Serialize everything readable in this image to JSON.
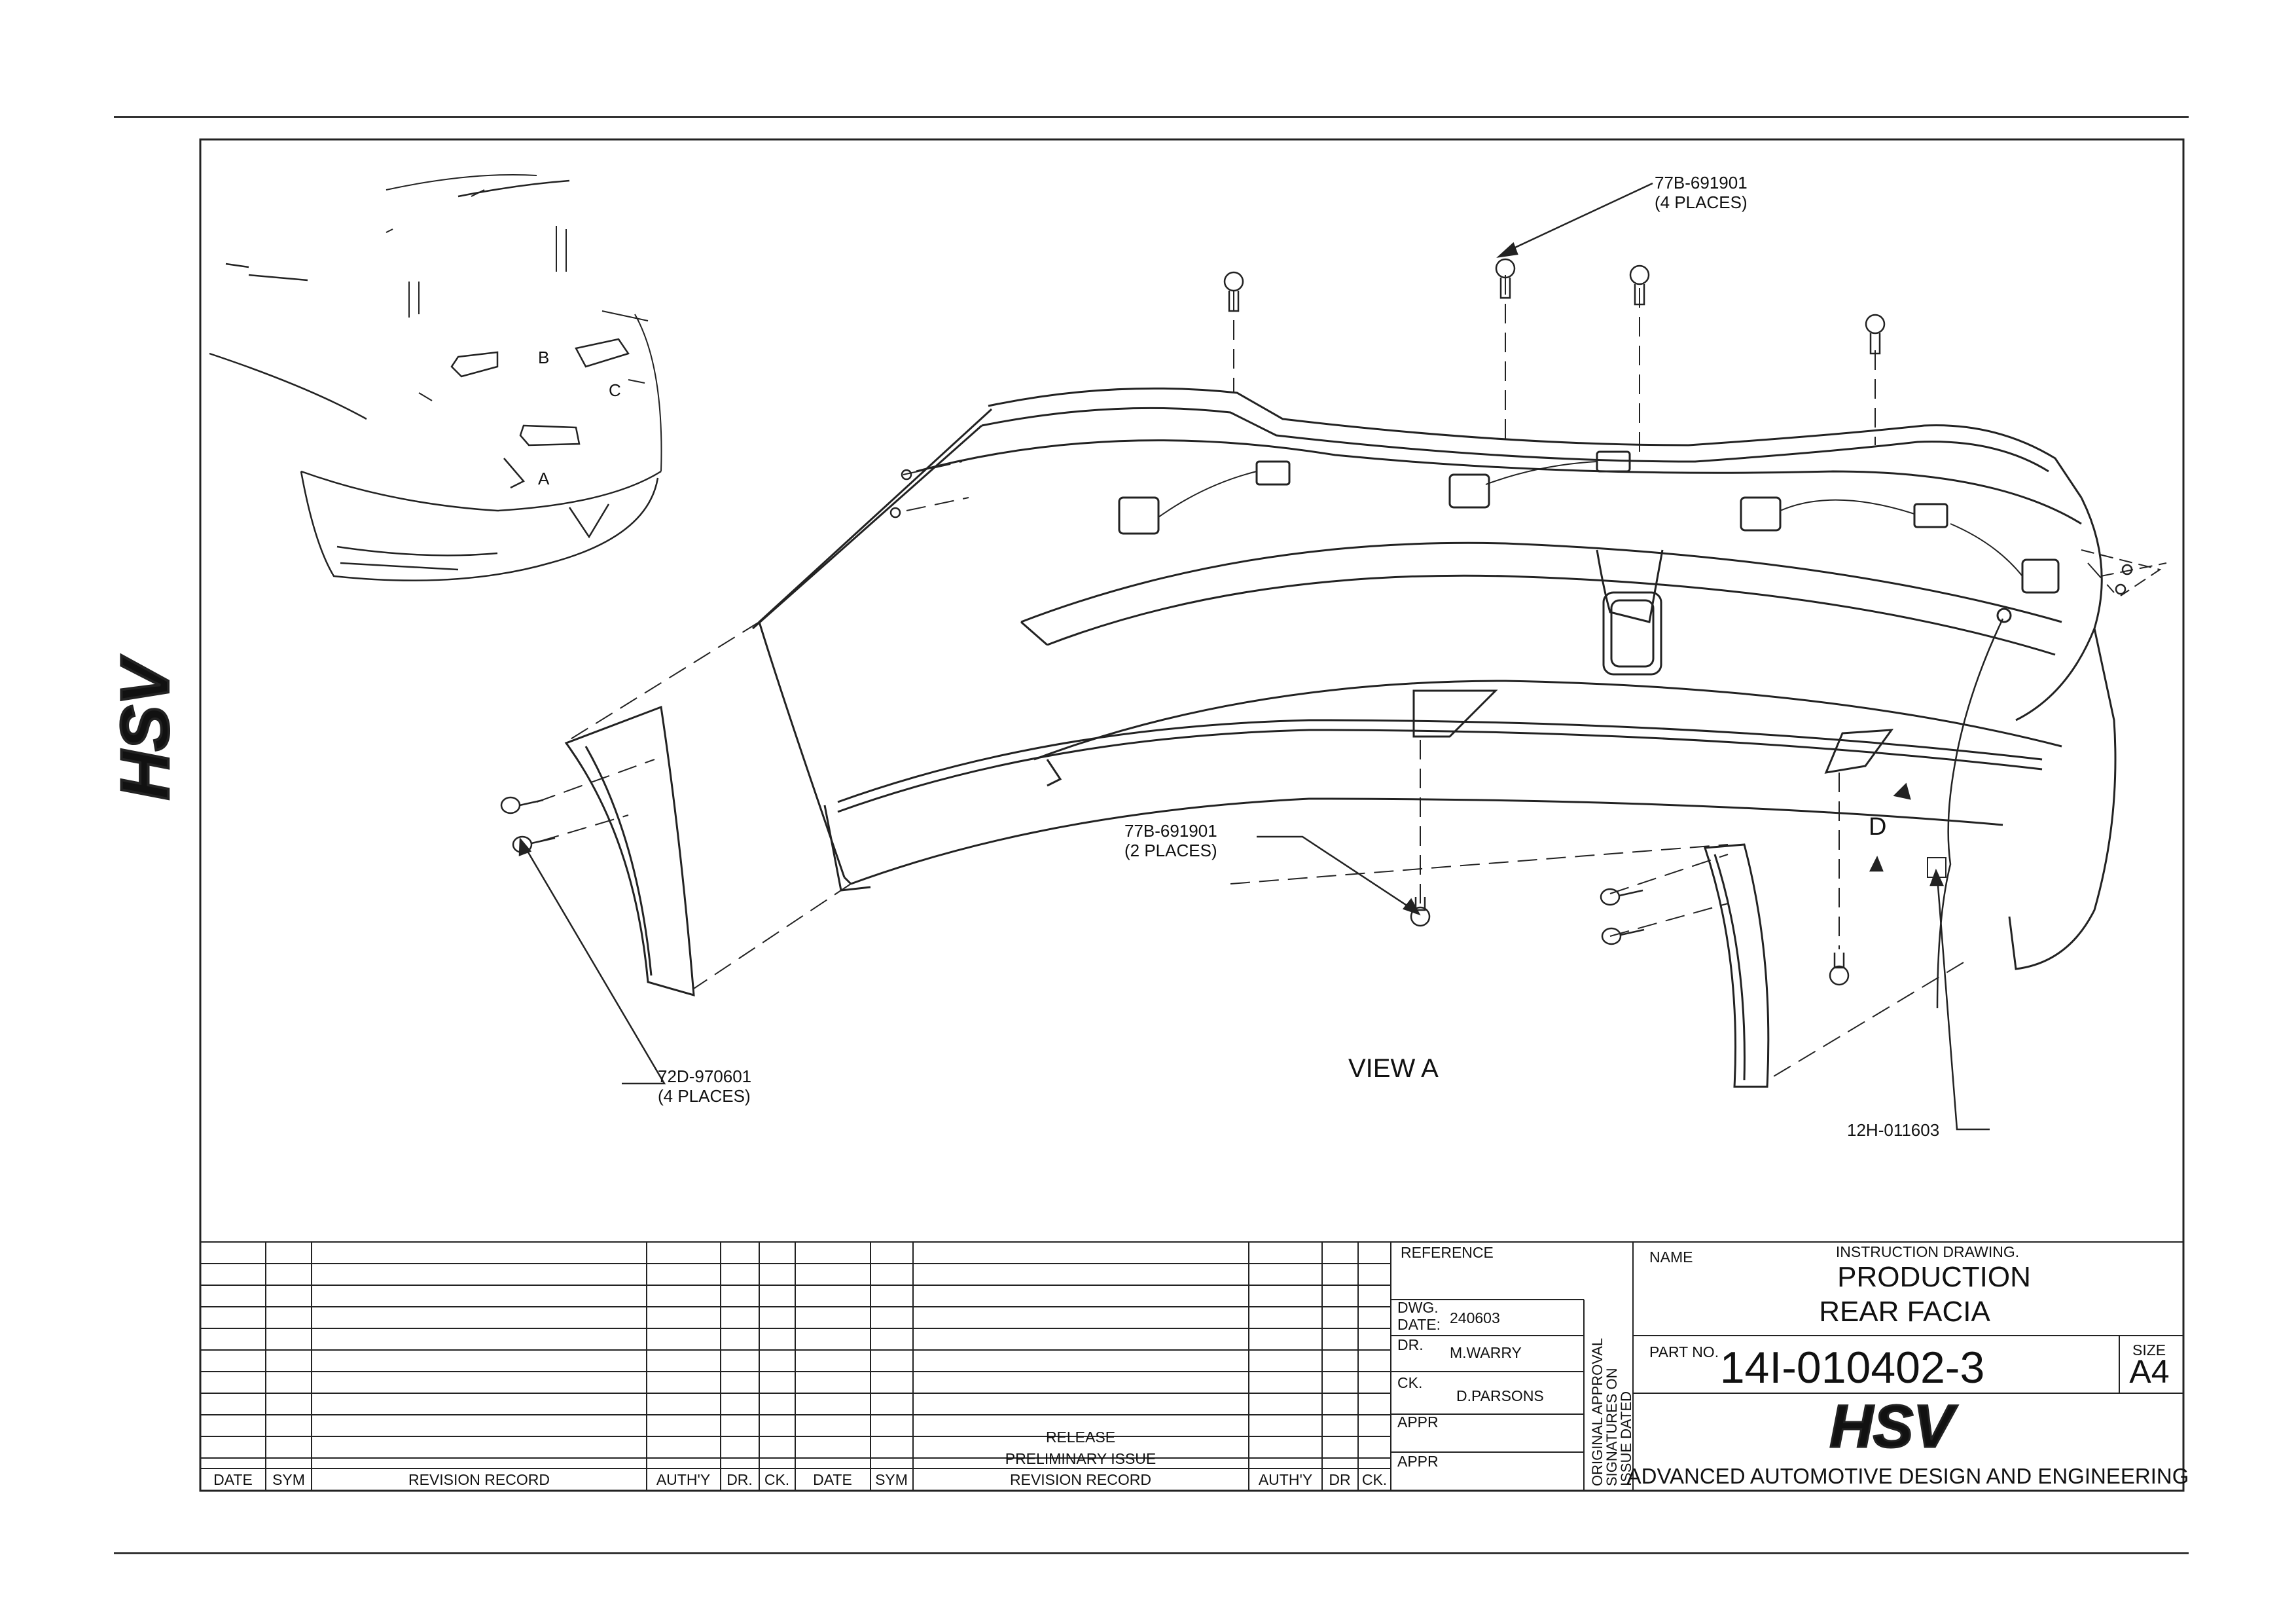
{
  "callouts": {
    "top_part": "77B-691901",
    "top_qty": "(4 PLACES)",
    "mid_part": "77B-691901",
    "mid_qty": "(2 PLACES)",
    "left_part": "72D-970601",
    "left_qty": "(4 PLACES)",
    "right_part": "12H-011603",
    "view": "VIEW A",
    "letter_a": "A",
    "letter_b": "B",
    "letter_c": "C",
    "letter_d": "D"
  },
  "revision_table": {
    "headers_left": [
      "DATE",
      "SYM",
      "REVISION RECORD",
      "AUTH'Y",
      "DR.",
      "CK."
    ],
    "headers_right": [
      "DATE",
      "SYM",
      "REVISION RECORD",
      "AUTH'Y",
      "DR",
      "CK."
    ],
    "entry_1": "RELEASE",
    "entry_2": "PRELIMINARY ISSUE"
  },
  "title_block": {
    "reference_label": "REFERENCE",
    "dwg_date_label_1": "DWG.",
    "dwg_date_label_2": "DATE:",
    "dwg_date": "240603",
    "dr_label": "DR.",
    "drawn_by": "M.WARRY",
    "ck_label": "CK.",
    "checked_by": "D.PARSONS",
    "appr_label_1": "APPR",
    "appr_label_2": "APPR",
    "approval_note_1": "ORIGINAL APPROVAL",
    "approval_note_2": "SIGNATURES ON",
    "approval_note_3": "ISSUE DATED",
    "name_label": "NAME",
    "drawing_type": "INSTRUCTION DRAWING.",
    "title_line_1": "PRODUCTION",
    "title_line_2": "REAR FACIA",
    "part_no_label": "PART NO.",
    "part_no": "14I-010402-3",
    "size_label": "SIZE",
    "size": "A4",
    "logo_text": "HSV",
    "company": "ADVANCED AUTOMOTIVE DESIGN AND ENGINEERING"
  },
  "side_logo": "HSV"
}
